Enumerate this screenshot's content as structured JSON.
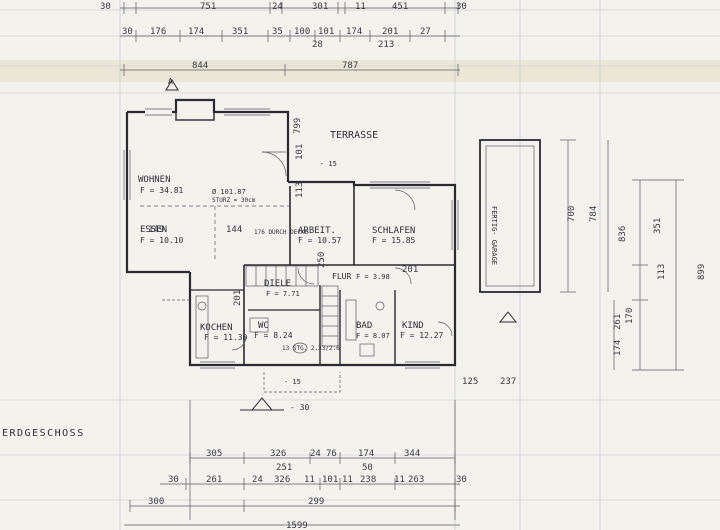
{
  "title": "ERDGESCHOSS",
  "terrace": "TERRASSE",
  "garage": "FERTIG- GARAGE",
  "rooms": [
    {
      "id": "wohnen",
      "name": "WOHNEN",
      "area": "F = 34.81"
    },
    {
      "id": "essen",
      "name": "ESSEN",
      "area": "F = 10.10"
    },
    {
      "id": "arbeit",
      "name": "ARBEIT.",
      "area": "F = 10.57"
    },
    {
      "id": "schlafen",
      "name": "SCHLAFEN",
      "area": "F = 15.85"
    },
    {
      "id": "flur",
      "name": "FLUR",
      "area": "F = 3.98"
    },
    {
      "id": "diele",
      "name": "DIELE",
      "area": "F = 7.71"
    },
    {
      "id": "kochen",
      "name": "KOCHEN",
      "area": "F = 11.30"
    },
    {
      "id": "wc",
      "name": "WC",
      "area": "F = 8.24"
    },
    {
      "id": "bad",
      "name": "BAD",
      "area": "F = 8.07"
    },
    {
      "id": "kind",
      "name": "KIND",
      "area": "F = 12.27"
    }
  ],
  "notes": {
    "beam": "Ø 101.87",
    "sturz": "STURZ = 30cm",
    "decke": "176 DURCH DECKE",
    "stairs": "13 STG. 2.33/2.6",
    "elev_terrace": "- 15",
    "elev_entry": "- 15",
    "elev_porch": "- 30"
  },
  "dims_top": {
    "row1": [
      "30",
      "751",
      "24",
      "301",
      "11",
      "451",
      "30"
    ],
    "row2": [
      "30",
      "176",
      "174",
      "351",
      "35",
      "100",
      "101",
      "174",
      "201",
      "27"
    ],
    "row2b": [
      "28",
      "213"
    ],
    "row3": [
      "844",
      "787"
    ]
  },
  "dims_bottom": {
    "row1": [
      "305",
      "326",
      "24",
      "76",
      "174",
      "344"
    ],
    "row1b": [
      "251",
      "50"
    ],
    "row2": [
      "30",
      "261",
      "24",
      "326",
      "11",
      "101",
      "11",
      "238",
      "11",
      "263",
      "30"
    ],
    "row3": [
      "300",
      "299"
    ],
    "row4": [
      "1599"
    ]
  },
  "dims_right": [
    "700",
    "784",
    "836",
    "351",
    "113",
    "899",
    "261",
    "170",
    "174",
    "125",
    "237"
  ],
  "dims_interior": [
    "799",
    "101",
    "113",
    "144",
    "149",
    "176",
    "250",
    "201",
    "201",
    "237",
    "125"
  ]
}
